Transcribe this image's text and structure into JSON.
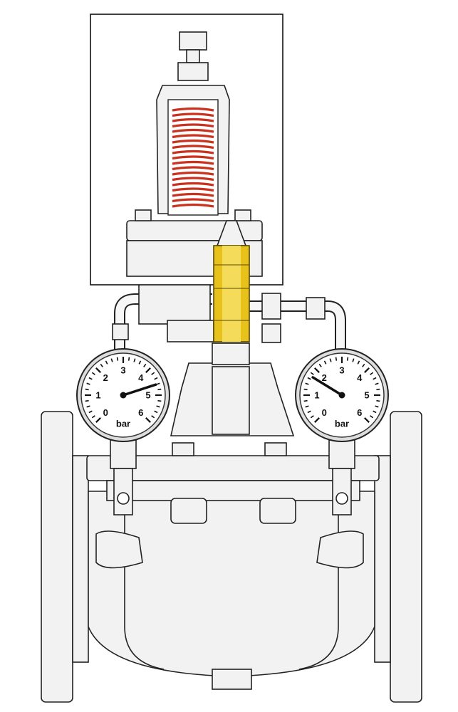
{
  "diagram": {
    "subject": "pressure-reducing-valve",
    "highlight_colors": {
      "spring": "#c8321e",
      "brass_fitting": "#e6c21a",
      "inset_frame": "#111111"
    },
    "gauges": [
      {
        "id": "inlet",
        "unit": "bar",
        "scale_labels": [
          "0",
          "1",
          "2",
          "3",
          "4",
          "5",
          "6"
        ],
        "min": 0,
        "max": 6,
        "reading": 4.6
      },
      {
        "id": "outlet",
        "unit": "bar",
        "scale_labels": [
          "0",
          "1",
          "2",
          "3",
          "4",
          "5",
          "6"
        ],
        "min": 0,
        "max": 6,
        "reading": 1.7
      }
    ]
  }
}
